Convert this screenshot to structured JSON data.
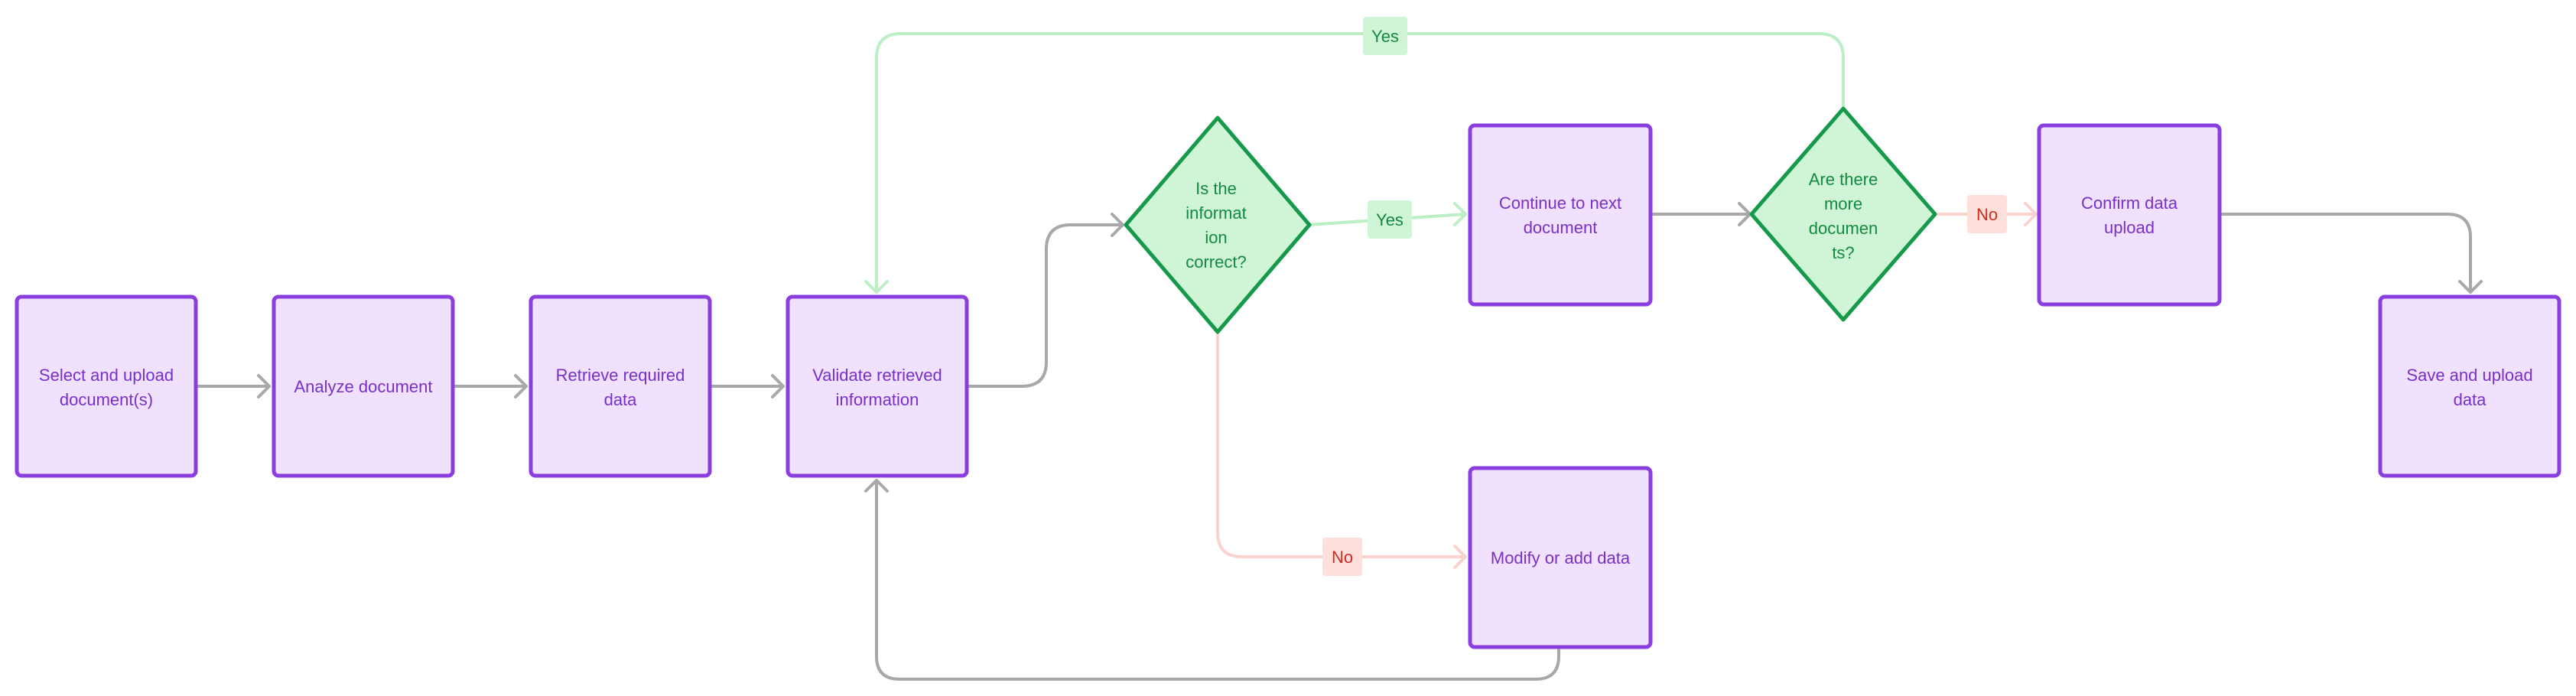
{
  "colors": {
    "process_fill": "#f0e2ff",
    "process_stroke": "#8a3ee0",
    "process_text": "#7a2fc7",
    "decision_fill": "#cff5d6",
    "decision_stroke": "#16994a",
    "decision_text": "#138a3f",
    "gray_edge": "#a8a8ab",
    "yes_edge": "#bcefc6",
    "no_edge": "#fbd3ce",
    "yes_badge_fill": "#cff5d6",
    "yes_badge_text": "#138a3f",
    "no_badge_fill": "#fde0dc",
    "no_badge_text": "#d12b1f"
  },
  "nodes": {
    "select_upload": {
      "lines": [
        "Select and upload",
        "document(s)"
      ]
    },
    "analyze": {
      "lines": [
        "Analyze document"
      ]
    },
    "retrieve": {
      "lines": [
        "Retrieve required",
        "data"
      ]
    },
    "validate": {
      "lines": [
        "Validate retrieved",
        "information"
      ]
    },
    "is_correct": {
      "lines": [
        "Is the",
        "informat",
        "ion",
        "correct?"
      ]
    },
    "continue_next": {
      "lines": [
        "Continue to next",
        "document"
      ]
    },
    "more_docs": {
      "lines": [
        "Are there",
        "more",
        "documen",
        "ts?"
      ]
    },
    "confirm_upload": {
      "lines": [
        "Confirm data",
        "upload"
      ]
    },
    "modify_add": {
      "lines": [
        "Modify or add data"
      ]
    },
    "save_upload": {
      "lines": [
        "Save and upload",
        "data"
      ]
    }
  },
  "edge_labels": {
    "yes_top": "Yes",
    "yes_mid": "Yes",
    "no_right": "No",
    "no_bottom": "No"
  }
}
